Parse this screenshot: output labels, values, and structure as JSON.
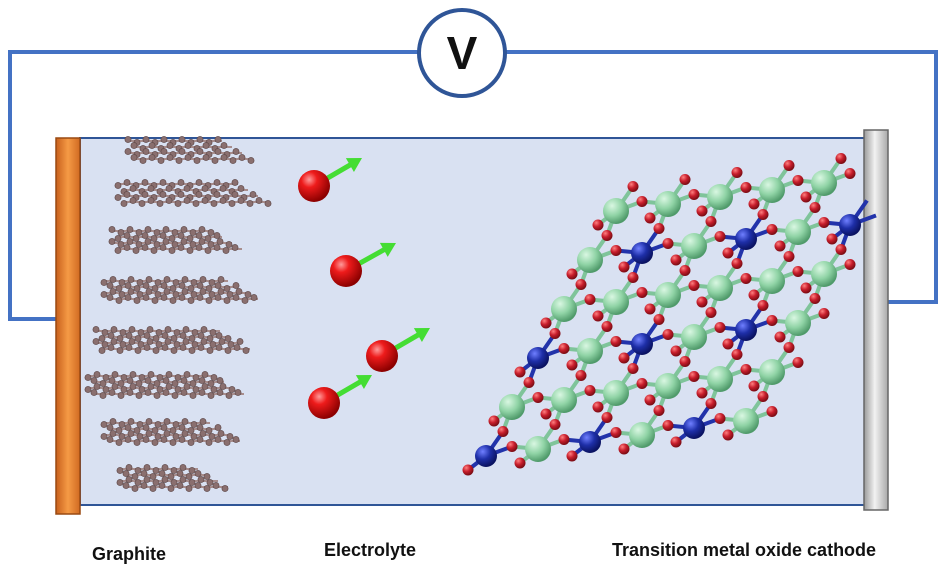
{
  "meter": {
    "symbol": "V"
  },
  "labels": {
    "anode": "Graphite",
    "electrolyte": "Electrolyte",
    "cathode": "Transition metal oxide cathode"
  },
  "colors": {
    "wire": "#4472c4",
    "cell_background": "#d9e1f2",
    "anode_plate": "#ed7d31",
    "cathode_plate": "#c8c8c8",
    "carbon_atom": "#8a6f6f",
    "ion": "#e11010",
    "ion_arrow": "#44dd33",
    "oxygen_atom": "#c81e2c",
    "metal_atom_green": "#8fd3a5",
    "metal_atom_blue": "#1e2fa8"
  },
  "icons": {
    "ion": "red-sphere-icon",
    "direction": "green-arrow-icon"
  }
}
